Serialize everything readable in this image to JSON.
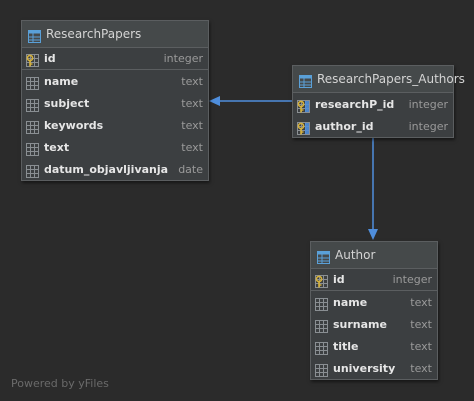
{
  "tables": {
    "research_papers": {
      "title": "ResearchPapers",
      "columns": [
        {
          "name": "id",
          "type": "integer",
          "key": "pk"
        },
        {
          "name": "name",
          "type": "text",
          "key": "none"
        },
        {
          "name": "subject",
          "type": "text",
          "key": "none"
        },
        {
          "name": "keywords",
          "type": "text",
          "key": "none"
        },
        {
          "name": "text",
          "type": "text",
          "key": "none"
        },
        {
          "name": "datum_objavljivanja",
          "type": "date",
          "key": "none"
        }
      ]
    },
    "research_papers_authors": {
      "title": "ResearchPapers_Authors",
      "columns": [
        {
          "name": "researchP_id",
          "type": "integer",
          "key": "fk"
        },
        {
          "name": "author_id",
          "type": "integer",
          "key": "fk"
        }
      ]
    },
    "author": {
      "title": "Author",
      "columns": [
        {
          "name": "id",
          "type": "integer",
          "key": "pk"
        },
        {
          "name": "name",
          "type": "text",
          "key": "none"
        },
        {
          "name": "surname",
          "type": "text",
          "key": "none"
        },
        {
          "name": "title",
          "type": "text",
          "key": "none"
        },
        {
          "name": "university",
          "type": "text",
          "key": "none"
        }
      ]
    }
  },
  "relations": [
    {
      "from": "ResearchPapers_Authors",
      "to": "ResearchPapers"
    },
    {
      "from": "ResearchPapers_Authors",
      "to": "Author"
    }
  ],
  "footer": {
    "text": "Powered by yFiles"
  },
  "colors": {
    "background": "#2b2b2b",
    "edge": "#4f8edc",
    "key_icon": "#d6b23c",
    "table_icon": "#5aa0d8"
  }
}
